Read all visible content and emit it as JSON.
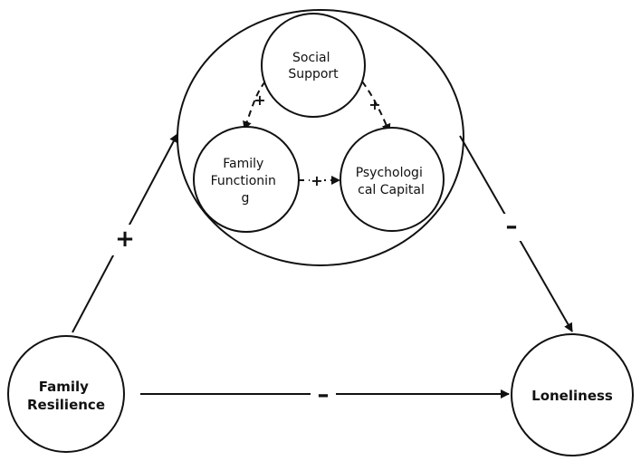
{
  "nodes": {
    "family_resilience": {
      "lines": [
        "Family",
        "Resilience"
      ]
    },
    "loneliness": {
      "lines": [
        "Loneliness"
      ]
    },
    "social_support": {
      "lines": [
        "Social",
        "Support"
      ]
    },
    "family_functioning": {
      "lines": [
        "Family",
        "Functionin",
        "g"
      ]
    },
    "psychological_capital": {
      "lines": [
        "Psychologi",
        "cal Capital"
      ]
    }
  },
  "edges": {
    "resilience_to_mediators": {
      "sign": "+"
    },
    "mediators_to_loneliness": {
      "sign": "–"
    },
    "resilience_to_loneliness": {
      "sign": "–"
    },
    "support_to_functioning": {
      "sign": "+"
    },
    "support_to_capital": {
      "sign": "+"
    },
    "functioning_to_capital": {
      "sign": "+"
    }
  }
}
